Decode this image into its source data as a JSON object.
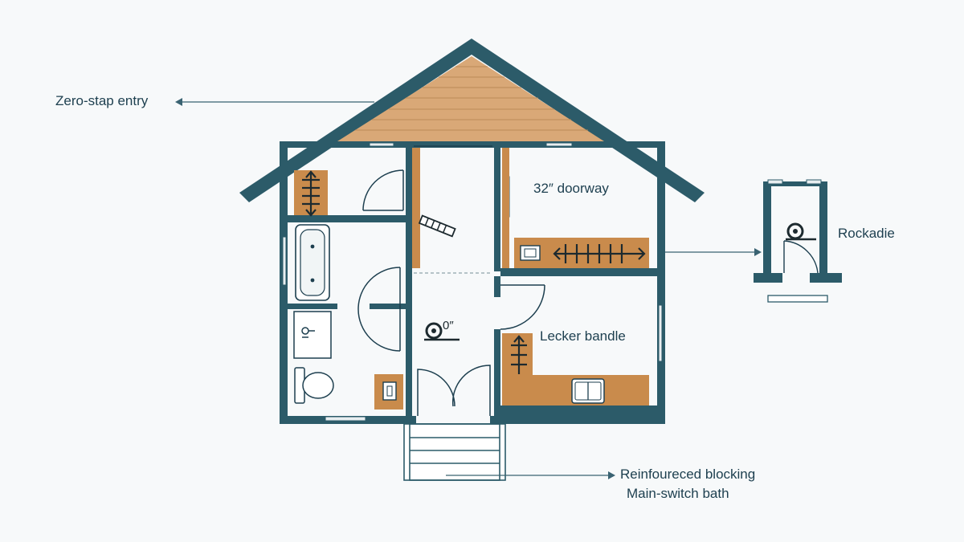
{
  "labels": {
    "zero_step_entry": "Zero-stap entry",
    "doorway": "32″ doorway",
    "rockadie": "Rockadie",
    "lecker_bandle": "Lecker bandle",
    "reinforced_blocking": "Reinfoureced blocking",
    "main_switch_bath": "Main-switch bath",
    "turning_mark": "0″"
  },
  "colors": {
    "wall": "#2c5b69",
    "roof_wood": "#d9a877",
    "wood": "#c98b4c",
    "line": "#1d3f4f",
    "window": "#e8eef0",
    "background": "#f7f9fa"
  },
  "icons": [
    "arrow-left-icon",
    "arrow-right-icon",
    "grab-bar-icon",
    "turning-circle-icon",
    "toilet-icon",
    "bathtub-icon",
    "sink-icon",
    "light-switch-icon"
  ]
}
